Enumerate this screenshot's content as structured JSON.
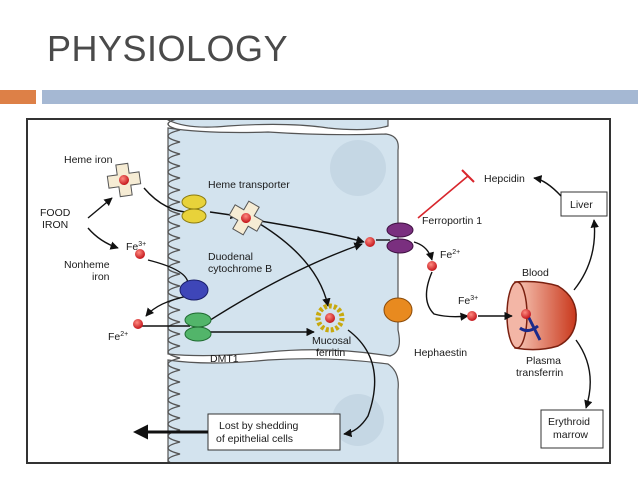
{
  "slide": {
    "title": "PHYSIOLOGY"
  },
  "diagram": {
    "heme_iron": "Heme iron",
    "food_iron_line1": "FOOD",
    "food_iron_line2": "IRON",
    "fe3_left": "Fe",
    "fe3_left_sup": "3+",
    "nonheme_line1": "Nonheme",
    "nonheme_line2": "iron",
    "fe2_left": "Fe",
    "fe2_left_sup": "2+",
    "heme_transporter": "Heme transporter",
    "duodenal_line1": "Duodenal",
    "duodenal_line2": "cytochrome B",
    "dmt1": "DMT1",
    "mucosal_line1": "Mucosal",
    "mucosal_line2": "ferritin",
    "lost_line1": "Lost by shedding",
    "lost_line2": "of epithelial cells",
    "ferroportin": "Ferroportin 1",
    "fe2_right": "Fe",
    "fe2_right_sup": "2+",
    "fe3_right": "Fe",
    "fe3_right_sup": "3+",
    "hephaestin": "Hephaestin",
    "hepcidin": "Hepcidin",
    "liver": "Liver",
    "blood": "Blood",
    "plasma_line1": "Plasma",
    "plasma_line2": "transferrin",
    "erythroid_line1": "Erythroid",
    "erythroid_line2": "marrow"
  },
  "colors": {
    "accent_orange": "#dd8047",
    "accent_blue": "#a5b8d3",
    "cell": "#d3e3ee",
    "iron": "#d8262c",
    "heme_transporter": "#e8d23a",
    "ferroportin": "#7a2f7f",
    "cytochrome_b": "#3e46b8",
    "dmt1": "#52b56a",
    "hephaestin": "#e88a1f",
    "blood_vessel": "#cf4a2a"
  }
}
